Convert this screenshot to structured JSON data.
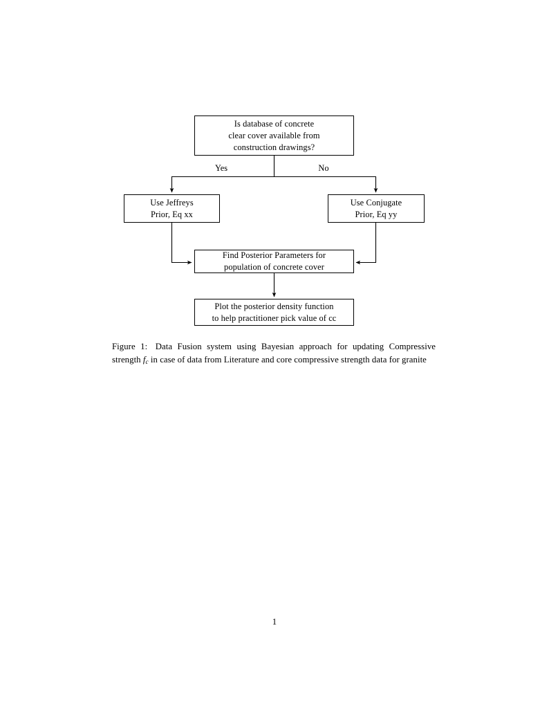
{
  "document": {
    "page_number": "1"
  },
  "figure": {
    "nodes": [
      {
        "id": "question",
        "lines": [
          "Is database of concrete",
          "clear cover available from",
          "construction drawings?"
        ]
      },
      {
        "id": "jeffreys",
        "lines": [
          "Use Jeffreys",
          "Prior, Eq xx"
        ]
      },
      {
        "id": "conjugate",
        "lines": [
          "Use Conjugate",
          "Prior, Eq yy"
        ]
      },
      {
        "id": "posterior",
        "lines": [
          "Find Posterior Parameters for",
          "population of concrete cover"
        ]
      },
      {
        "id": "plot",
        "lines": [
          "Plot the posterior density function",
          "to help practitioner pick value of cc"
        ]
      }
    ],
    "edge_labels": {
      "yes": "Yes",
      "no": "No"
    },
    "stroke_color": "#000000"
  },
  "caption": {
    "label": "Figure 1:",
    "text_before_math": " Data Fusion system using Bayesian approach for updating Compressive strength ",
    "math_symbol": "f",
    "math_subscript": "c",
    "text_after_math": " in case of data from Literature and core compressive strength data for granite"
  }
}
